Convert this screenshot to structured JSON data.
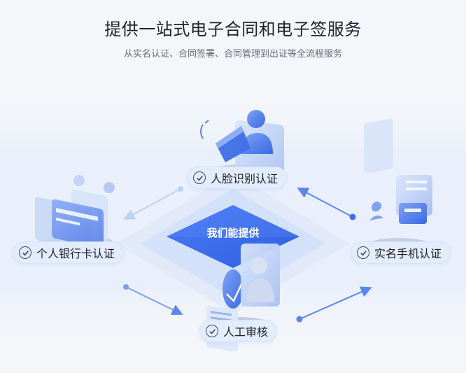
{
  "header": {
    "title": "提供一站式电子合同和电子签服务",
    "subtitle": "从实名认证、合同签署、合同管理到出证等全流程服务"
  },
  "center": {
    "label": "我们能提供"
  },
  "services": [
    {
      "label": "人脸识别认证"
    },
    {
      "label": "个人银行卡认证"
    },
    {
      "label": "实名手机认证"
    },
    {
      "label": "人工审核"
    }
  ],
  "colors": {
    "accent": "#3d6ff0",
    "pill_bg": "#e3ecfb",
    "arrow": "#5b86ee"
  },
  "icons": [
    "check-circle-icon",
    "face-recognition-icon",
    "bank-card-icon",
    "phone-auth-icon",
    "manual-review-icon"
  ]
}
